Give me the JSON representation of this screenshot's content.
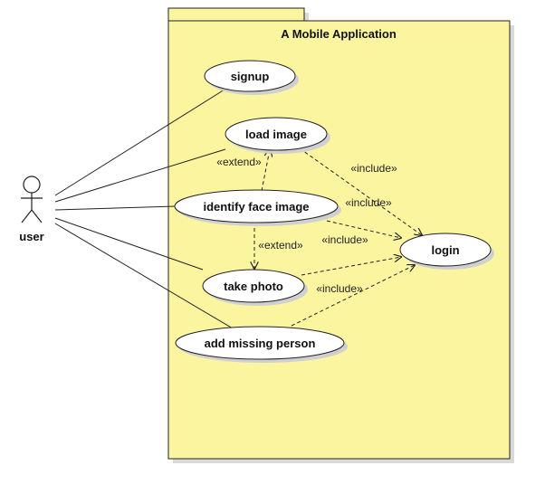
{
  "system": {
    "title": "A Mobile Application"
  },
  "actor": {
    "name": "user"
  },
  "use_cases": {
    "signup": "signup",
    "load_image": "load image",
    "identify_face": "identify face image",
    "take_photo": "take photo",
    "add_missing": "add missing person",
    "login": "login"
  },
  "relations": {
    "extend_load": "«extend»",
    "extend_take": "«extend»",
    "include_load_login": "«include»",
    "include_identify_login_1": "«include»",
    "include_identify_login_2": "«include»",
    "include_add_login": "«include»"
  },
  "colors": {
    "package_fill": "#fbf5a0",
    "usecase_fill": "#ffffff",
    "stroke": "#222222",
    "shadow": "#d9d9d9"
  }
}
